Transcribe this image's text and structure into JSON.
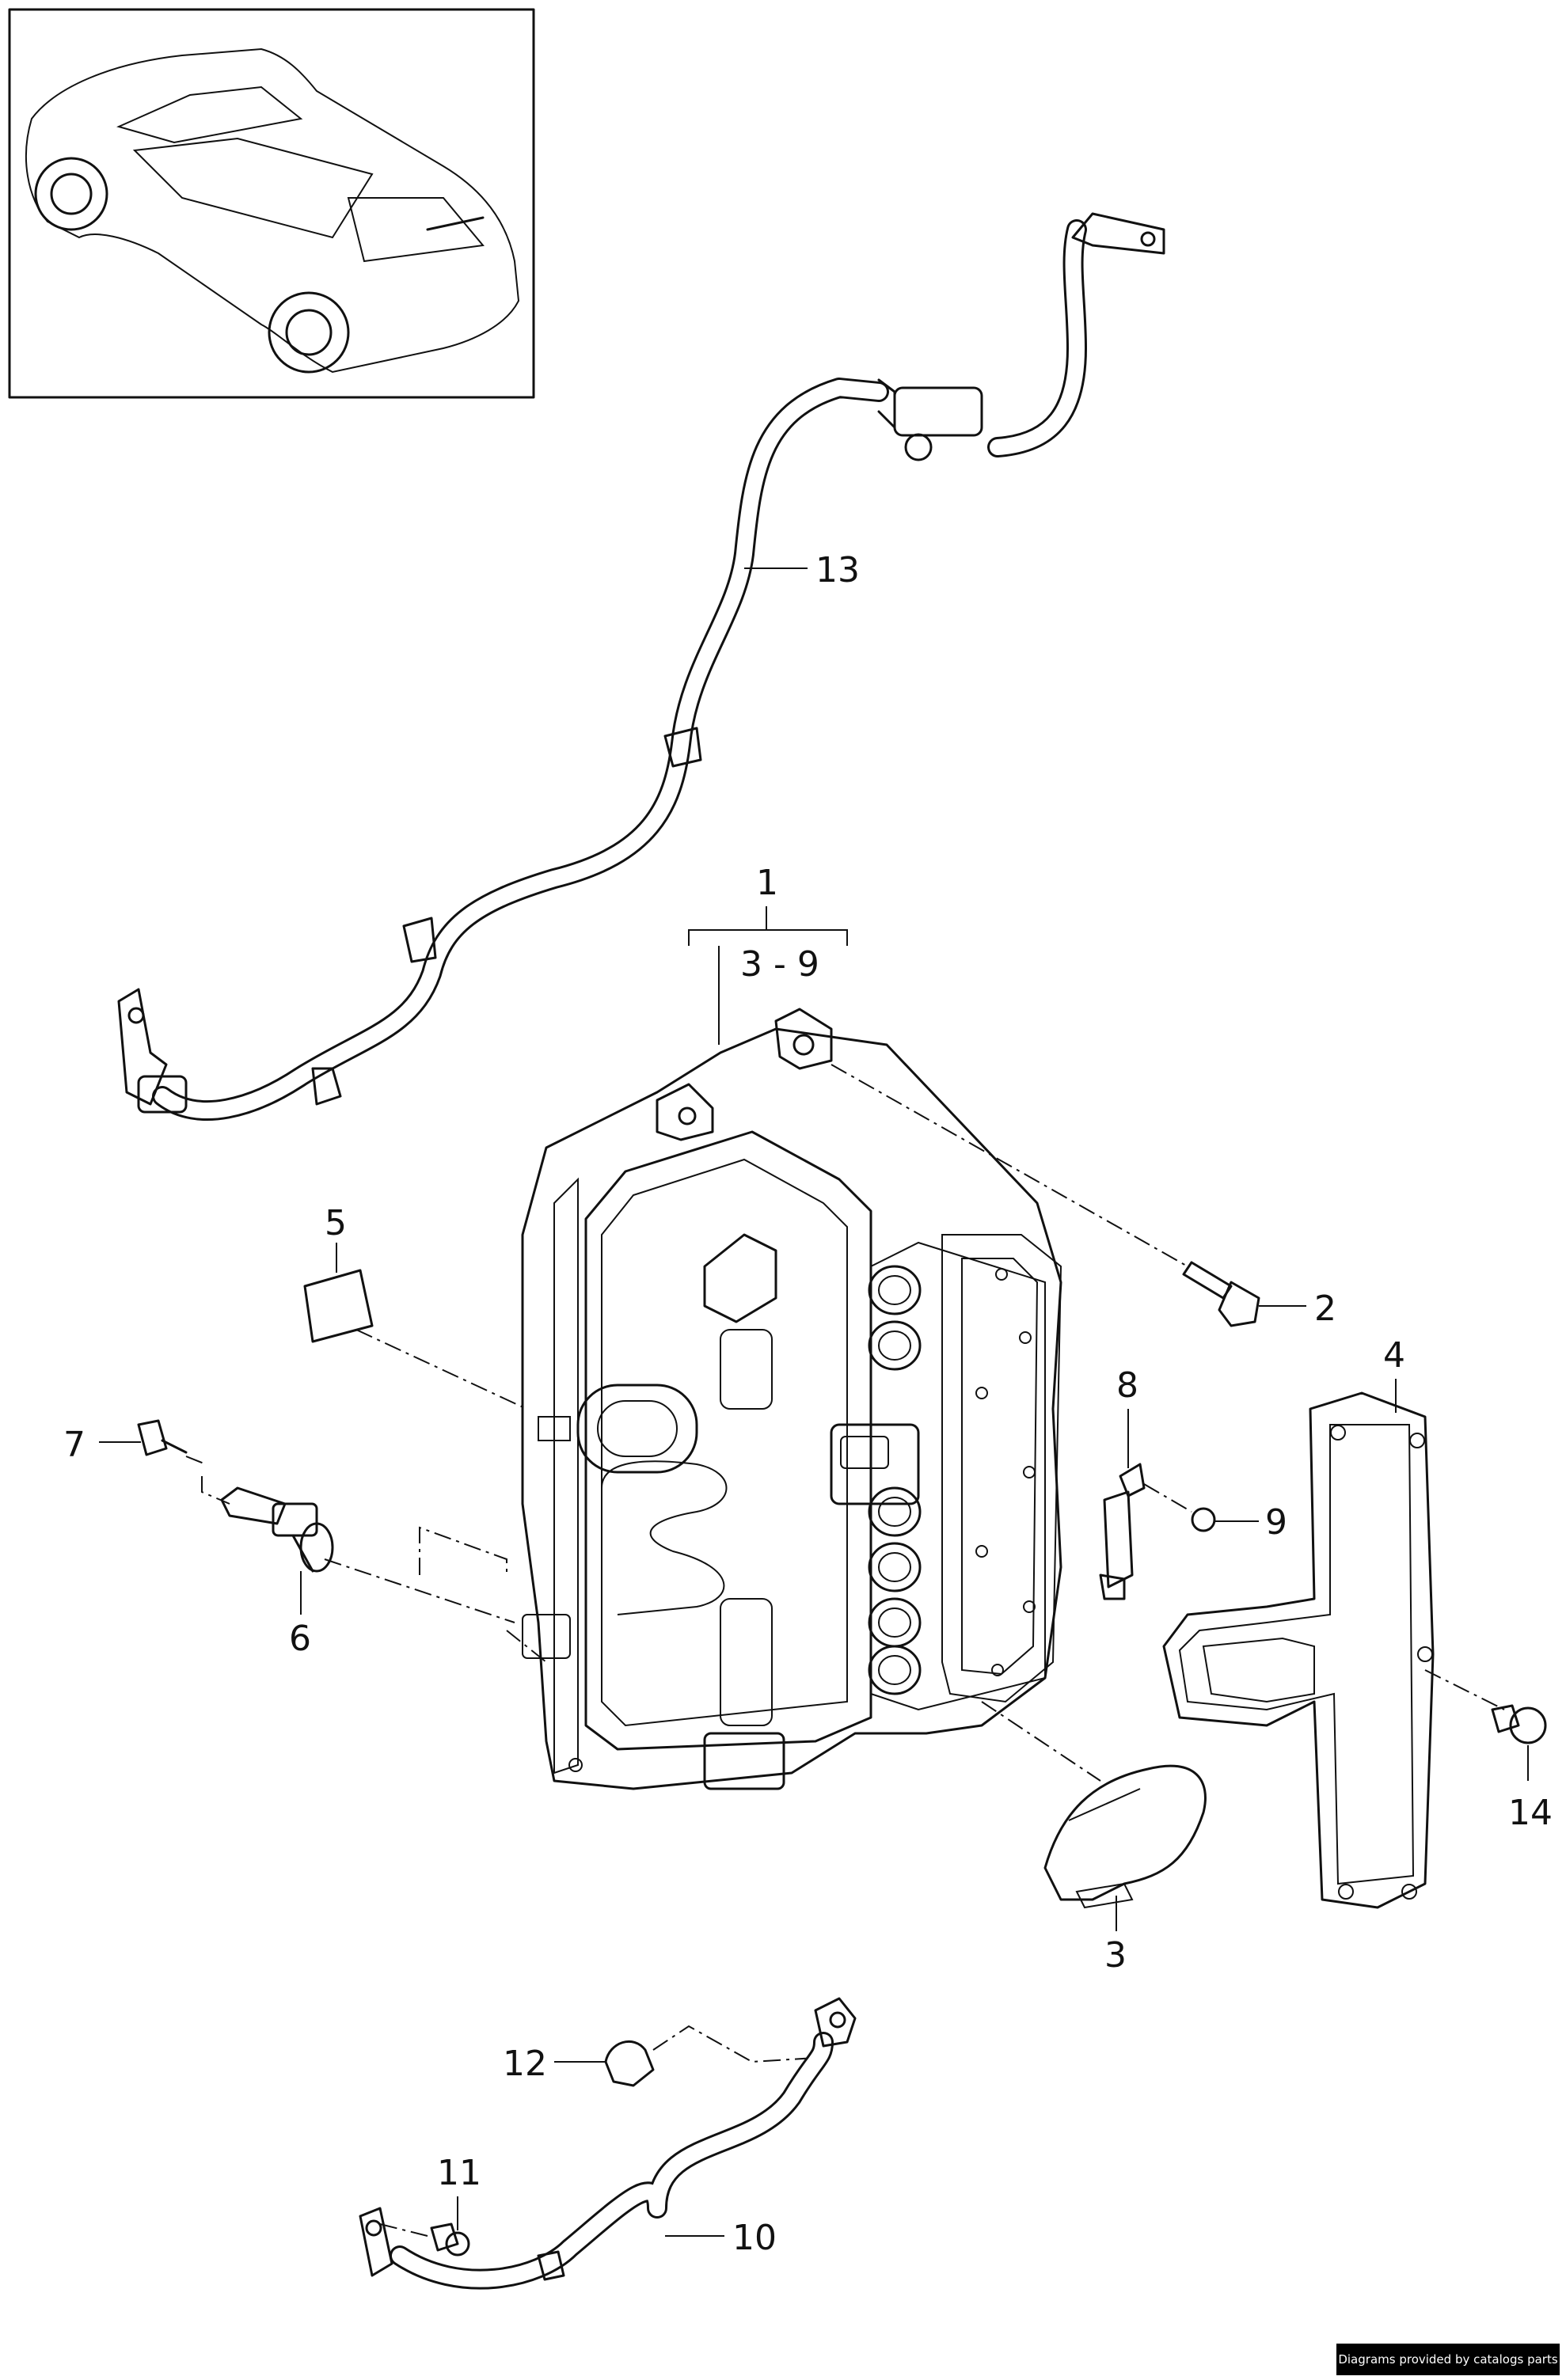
{
  "callouts": {
    "c1": "1",
    "c1_range": "3 - 9",
    "c2": "2",
    "c3": "3",
    "c4": "4",
    "c5": "5",
    "c6": "6",
    "c7": "7",
    "c8": "8",
    "c9": "9",
    "c10": "10",
    "c11": "11",
    "c12": "12",
    "c13": "13",
    "c14": "14"
  },
  "credit": "Diagrams provided by catalogs parts"
}
